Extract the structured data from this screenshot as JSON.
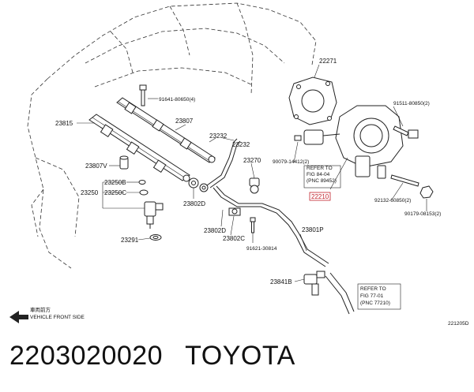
{
  "labels": {
    "p22271": "22271",
    "p91641": "91641-80650(4)",
    "p91511": "91511-80850(2)",
    "p23815": "23815",
    "p23807": "23807",
    "p23232a": "23232",
    "p23232b": "23232",
    "p23270": "23270",
    "p90079": "90079-14412(2)",
    "p23807v": "23807V",
    "p23250b": "23250B",
    "p23250c": "23250C",
    "p23250": "23250",
    "p23802d_a": "23802D",
    "p23802d_b": "23802D",
    "p23802c": "23802C",
    "p22210": "22210",
    "p92132": "92132-60850(2)",
    "p90179": "90179-08153(2)",
    "p23291": "23291",
    "p91621": "91621-30814",
    "p23801p": "23801P",
    "p23841b": "23841B",
    "ref1_line1": "REFER TO",
    "ref1_line2": "FIG 84-04",
    "ref1_line3": "(PNC 89452)",
    "ref2_line1": "REFER TO",
    "ref2_line2": "FIG 77-01",
    "ref2_line3": "(PNC 77210)",
    "front_jp": "車両前方",
    "front_en": "VEHICLE FRONT SIDE",
    "diagram_id": "221205D"
  },
  "caption": {
    "part_number": "2203020020",
    "brand": "TOYOTA"
  },
  "colors": {
    "line": "#222222",
    "highlight": "#c0202a"
  }
}
